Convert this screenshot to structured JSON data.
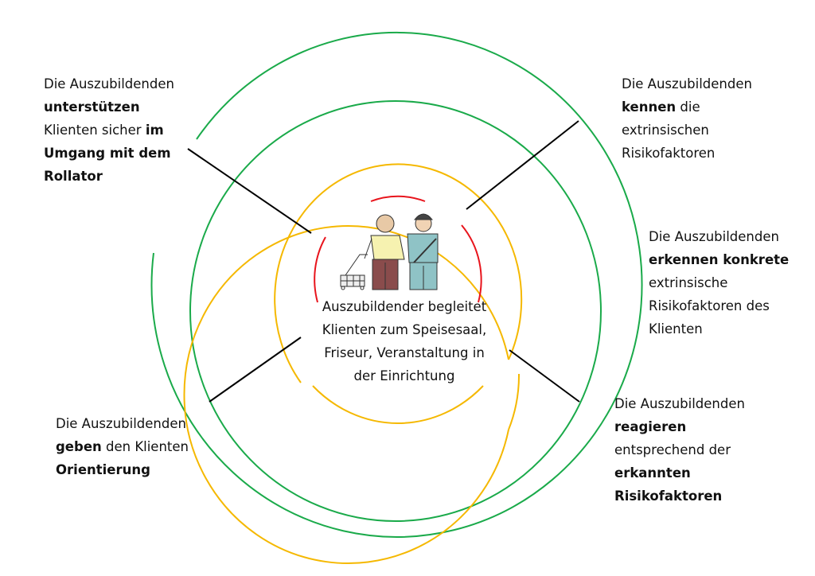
{
  "colors": {
    "outer": "#1aaa4a",
    "middle": "#f5b800",
    "inner": "#e8141c",
    "connector": "#000000"
  },
  "center": {
    "image": "caregiver-walking-elderly-with-rollator",
    "lines": [
      "Auszubildender begleitet",
      "Klienten zum Speisesaal,",
      "Friseur, Veranstaltung in",
      "der Einrichtung"
    ]
  },
  "blocks": {
    "top_left": [
      [
        {
          "t": "Die Auszubildenden",
          "b": false
        }
      ],
      [
        {
          "t": "unterstützen",
          "b": true
        }
      ],
      [
        {
          "t": "Klienten sicher ",
          "b": false
        },
        {
          "t": "im",
          "b": true
        }
      ],
      [
        {
          "t": "Umgang mit dem",
          "b": true
        }
      ],
      [
        {
          "t": "Rollator",
          "b": true
        }
      ]
    ],
    "top_right": [
      [
        {
          "t": "Die Auszubildenden",
          "b": false
        }
      ],
      [
        {
          "t": "kennen",
          "b": true
        },
        {
          "t": " die",
          "b": false
        }
      ],
      [
        {
          "t": "extrinsischen",
          "b": false
        }
      ],
      [
        {
          "t": "Risikofaktoren",
          "b": false
        }
      ]
    ],
    "mid_right": [
      [
        {
          "t": "Die Auszubildenden",
          "b": false
        }
      ],
      [
        {
          "t": "erkennen konkrete",
          "b": true
        }
      ],
      [
        {
          "t": "extrinsische",
          "b": false
        }
      ],
      [
        {
          "t": "Risikofaktoren des",
          "b": false
        }
      ],
      [
        {
          "t": "Klienten",
          "b": false
        }
      ]
    ],
    "bottom_right": [
      [
        {
          "t": "Die Auszubildenden",
          "b": false
        }
      ],
      [
        {
          "t": "reagieren",
          "b": true
        }
      ],
      [
        {
          "t": "entsprechend der",
          "b": false
        }
      ],
      [
        {
          "t": "erkannten",
          "b": true
        }
      ],
      [
        {
          "t": "Risikofaktoren",
          "b": true
        }
      ]
    ],
    "bottom_left": [
      [
        {
          "t": "Die Auszubildenden",
          "b": false
        }
      ],
      [
        {
          "t": "geben",
          "b": true
        },
        {
          "t": " den Klienten",
          "b": false
        }
      ],
      [
        {
          "t": "Orientierung",
          "b": true
        }
      ]
    ]
  }
}
